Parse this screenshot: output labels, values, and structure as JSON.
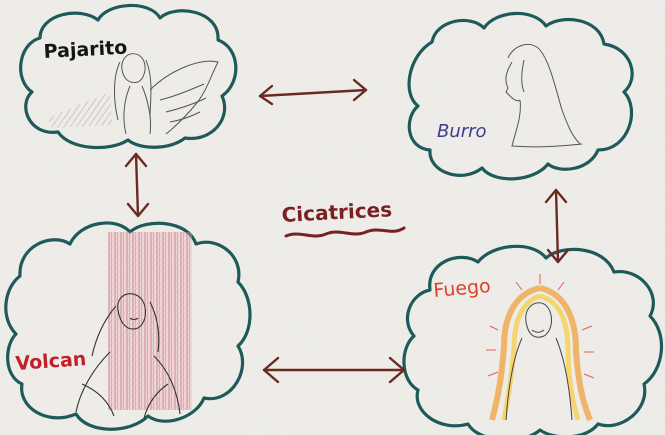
{
  "center_title": "Cicatrices",
  "clouds": [
    {
      "id": "pajarito",
      "label": "Pajarito",
      "label_color": "#151515"
    },
    {
      "id": "burro",
      "label": "Burro",
      "label_color": "#3a3f8c"
    },
    {
      "id": "volcan",
      "label": "Volcan",
      "label_color": "#c0202a"
    },
    {
      "id": "fuego",
      "label": "Fuego",
      "label_color": "#e0402a"
    }
  ],
  "colors": {
    "paper": "#f2f0ec",
    "cloud_outline": "#1f5a5a",
    "arrow": "#6b2a20",
    "title": "#7a1f22",
    "underline": "#7a1f22",
    "pencil": "#555555",
    "volcano_red": "#c0404f",
    "fire_orange": "#f0a040",
    "fire_yellow": "#f5d050"
  },
  "connections": [
    {
      "from": "pajarito",
      "to": "burro",
      "type": "double-arrow"
    },
    {
      "from": "pajarito",
      "to": "volcan",
      "type": "double-arrow"
    },
    {
      "from": "burro",
      "to": "fuego",
      "type": "double-arrow"
    },
    {
      "from": "volcan",
      "to": "fuego",
      "type": "double-arrow"
    }
  ]
}
